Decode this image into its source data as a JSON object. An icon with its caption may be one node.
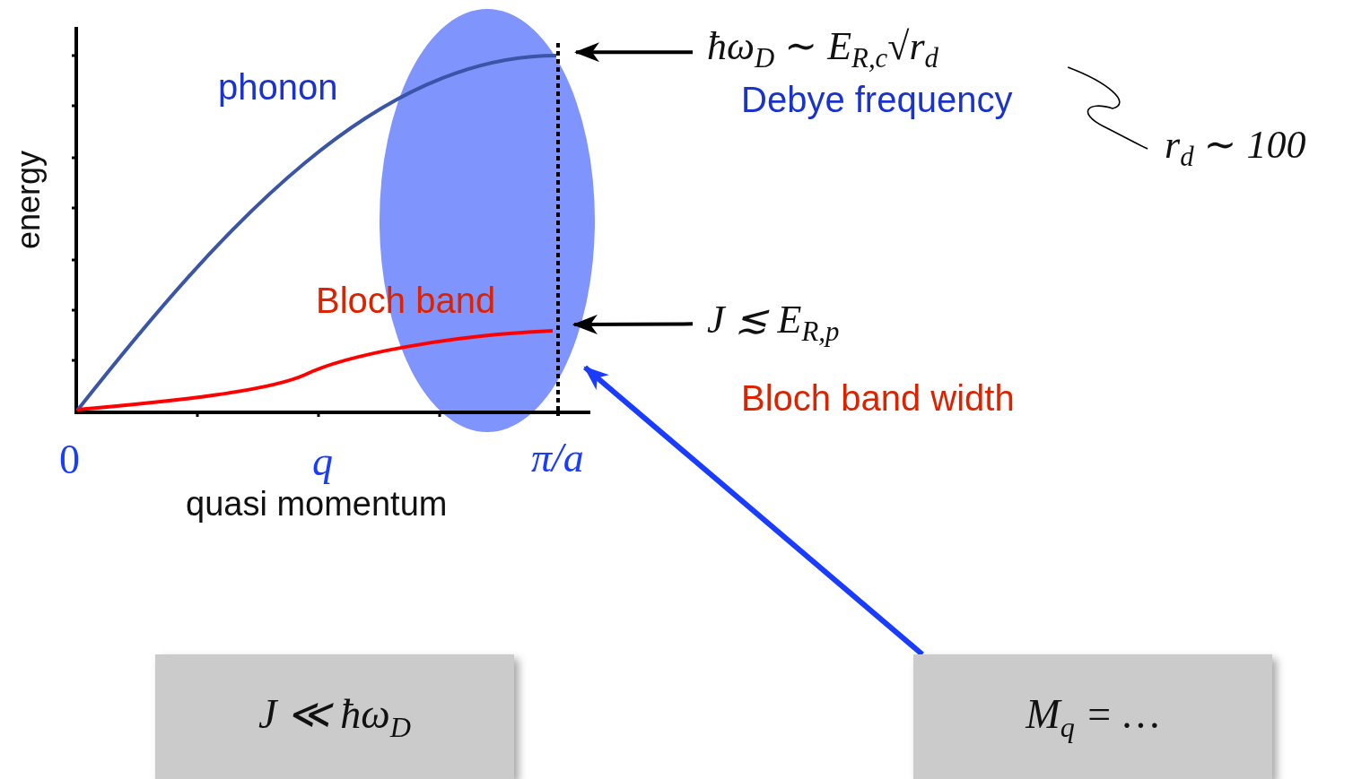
{
  "diagram": {
    "nodes": [
      {
        "text": [],
        "shape": "ellipse"
      },
      {
        "text": [
          "ħω$_{D}$ ∼ E$_{R,c}$√r$_{d}$",
          "Debye frequency"
        ]
      },
      {
        "text": [
          "J ≲ E$_{R,p}$",
          "Bloch band width"
        ]
      },
      {
        "text": [
          "r$_{d}$ ∼ 100"
        ]
      },
      {
        "text": [
          "J ≪ ħω$_{D}$"
        ]
      },
      {
        "text": [
          "M$_{q}$ = …"
        ]
      }
    ],
    "edges": [
      {
        "from": 1,
        "to": 0,
        "arrow": "to"
      },
      {
        "from": 2,
        "to": 0,
        "arrow": "to"
      },
      {
        "from": 1,
        "to": 3,
        "arrow": "none"
      },
      {
        "from": 5,
        "to": 0,
        "arrow": "to",
        "color": "#1a3cff"
      }
    ],
    "labels": [
      "phonon",
      "energy",
      "Bloch band",
      "0",
      "q",
      "π/a",
      "quasi momentum"
    ]
  }
}
